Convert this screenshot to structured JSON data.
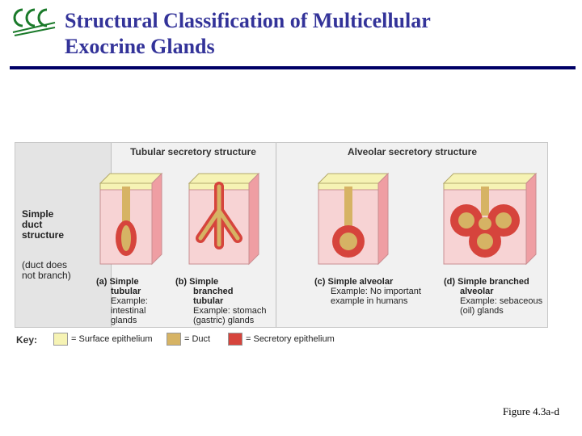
{
  "title": {
    "line1": "Structural Classification of Multicellular",
    "line2": "Exocrine Glands"
  },
  "figure": {
    "col_headers": [
      "Tubular secretory structure",
      "Alveolar secretory structure"
    ],
    "row_label": {
      "title_lines": [
        "Simple",
        "duct",
        "structure"
      ],
      "sub_lines": [
        "(duct does",
        "not branch)"
      ]
    },
    "panels": [
      {
        "letter": "(a)",
        "name_lines": [
          "Simple",
          "tubular"
        ],
        "example_lines": [
          "Example:",
          "intestinal",
          "glands"
        ]
      },
      {
        "letter": "(b)",
        "name_lines": [
          "Simple",
          "branched",
          "tubular"
        ],
        "example_lines": [
          "Example: stomach",
          "(gastric) glands"
        ]
      },
      {
        "letter": "(c)",
        "name_lines": [
          "Simple alveolar"
        ],
        "example_lines": [
          "Example: No important",
          "example in humans"
        ]
      },
      {
        "letter": "(d)",
        "name_lines": [
          "Simple branched",
          "alveolar"
        ],
        "example_lines": [
          "Example: sebaceous",
          "(oil) glands"
        ]
      }
    ]
  },
  "key": {
    "label": "Key:",
    "items": [
      {
        "label": "= Surface epithelium",
        "color": "#f6f3b4"
      },
      {
        "label": "= Duct",
        "color": "#d6b364"
      },
      {
        "label": "= Secretory epithelium",
        "color": "#d6443c"
      }
    ]
  },
  "figure_ref": "Figure 4.3a-d",
  "colors": {
    "title": "#333399",
    "rule": "#000066",
    "tissue_front": "#f7d3d4",
    "tissue_side": "#ef9ea3",
    "surface": "#f6f3b4",
    "duct": "#d6b364",
    "secretory": "#d6443c"
  }
}
